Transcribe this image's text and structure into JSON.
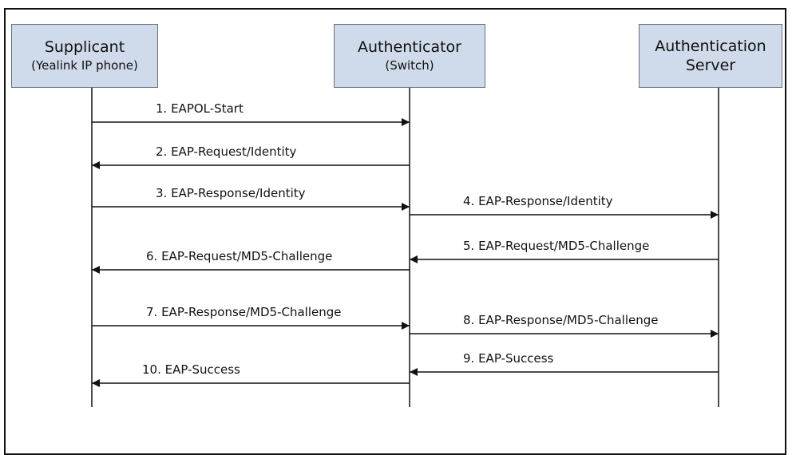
{
  "actors": {
    "supplicant": {
      "line1": "Supplicant",
      "line2": "(Yealink IP phone)"
    },
    "authenticator": {
      "line1": "Authenticator",
      "line2": "(Switch)"
    },
    "server": {
      "line1": "Authentication",
      "line2": "Server"
    }
  },
  "messages": [
    {
      "label": "1. EAPOL-Start",
      "from": "supplicant",
      "to": "authenticator"
    },
    {
      "label": "2. EAP-Request/Identity",
      "from": "authenticator",
      "to": "supplicant"
    },
    {
      "label": "3. EAP-Response/Identity",
      "from": "supplicant",
      "to": "authenticator"
    },
    {
      "label": "4. EAP-Response/Identity",
      "from": "authenticator",
      "to": "server"
    },
    {
      "label": "5. EAP-Request/MD5-Challenge",
      "from": "server",
      "to": "authenticator"
    },
    {
      "label": "6. EAP-Request/MD5-Challenge",
      "from": "authenticator",
      "to": "supplicant"
    },
    {
      "label": "7. EAP-Response/MD5-Challenge",
      "from": "supplicant",
      "to": "authenticator"
    },
    {
      "label": "8. EAP-Response/MD5-Challenge",
      "from": "authenticator",
      "to": "server"
    },
    {
      "label": "9. EAP-Success",
      "from": "server",
      "to": "authenticator"
    },
    {
      "label": "10. EAP-Success",
      "from": "authenticator",
      "to": "supplicant"
    }
  ],
  "colors": {
    "actor_fill": "#cfdaea",
    "line": "#111111"
  },
  "icons": {
    "cursor": "move-cursor-icon"
  }
}
